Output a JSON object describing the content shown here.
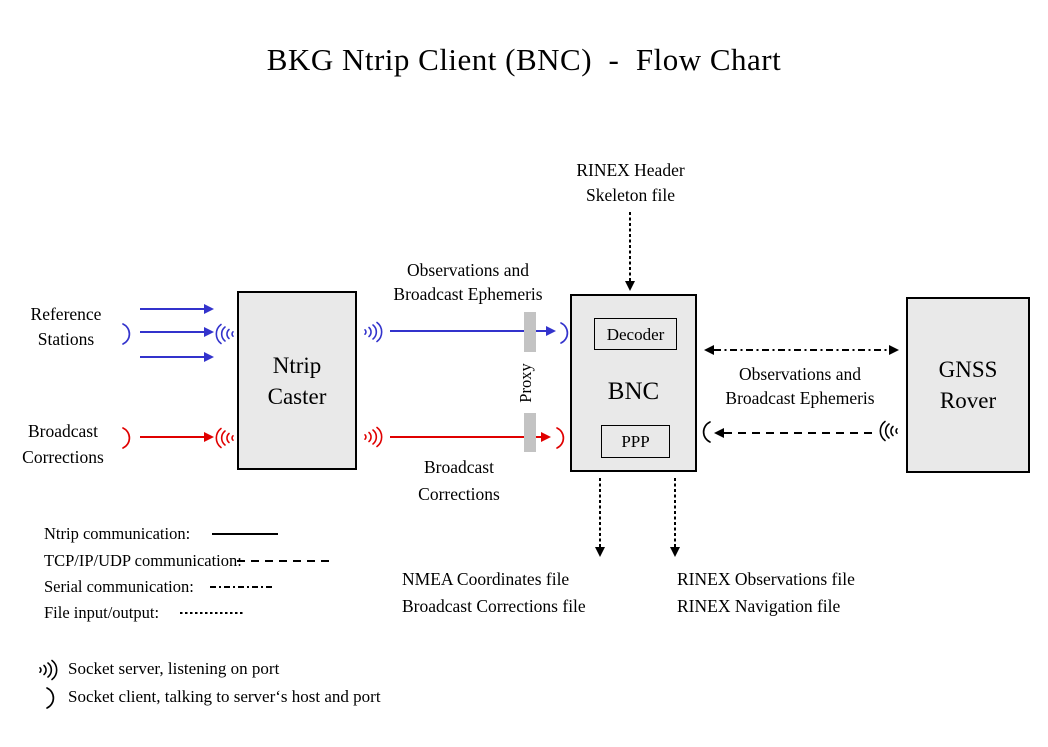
{
  "title": "BKG Ntrip Client (BNC)  -  Flow Chart",
  "colors": {
    "ntrip_blue": "#3333cc",
    "corrections_red": "#e00000",
    "box_fill": "#e9e9e9",
    "box_border": "#000000",
    "proxy_gray": "#c3c3c3"
  },
  "nodes": {
    "ntrip_caster": {
      "line1": "Ntrip",
      "line2": "Caster"
    },
    "bnc": {
      "label": "BNC",
      "decoder": "Decoder",
      "ppp": "PPP"
    },
    "gnss_rover": {
      "line1": "GNSS",
      "line2": "Rover"
    }
  },
  "inputs": {
    "reference_stations": {
      "line1": "Reference",
      "line2": "Stations"
    },
    "broadcast_corrections": {
      "line1": "Broadcast",
      "line2": "Corrections"
    }
  },
  "links": {
    "obs_ephemeris_top": {
      "line1": "Observations and",
      "line2": "Broadcast Ephemeris"
    },
    "broadcast_corrections_mid": {
      "line1": "Broadcast",
      "line2": "Corrections"
    },
    "proxy": "Proxy",
    "rinex_header": {
      "line1": "RINEX Header",
      "line2": "Skeleton file"
    },
    "obs_ephemeris_right": {
      "line1": "Observations and",
      "line2": "Broadcast Ephemeris"
    }
  },
  "outputs": {
    "nmea": {
      "line1": "NMEA Coordinates file",
      "line2": "Broadcast Corrections file"
    },
    "rinex": {
      "line1": "RINEX Observations file",
      "line2": "RINEX Navigation file"
    }
  },
  "legend": {
    "items": [
      {
        "label": "Ntrip communication:",
        "style": "solid"
      },
      {
        "label": "TCP/IP/UDP communication:",
        "style": "dashed"
      },
      {
        "label": "Serial communication:",
        "style": "dashdot"
      },
      {
        "label": "File input/output:",
        "style": "finedash"
      }
    ],
    "socket_server": "Socket server, listening on port",
    "socket_client": "Socket client, talking to server‘s host and port"
  }
}
